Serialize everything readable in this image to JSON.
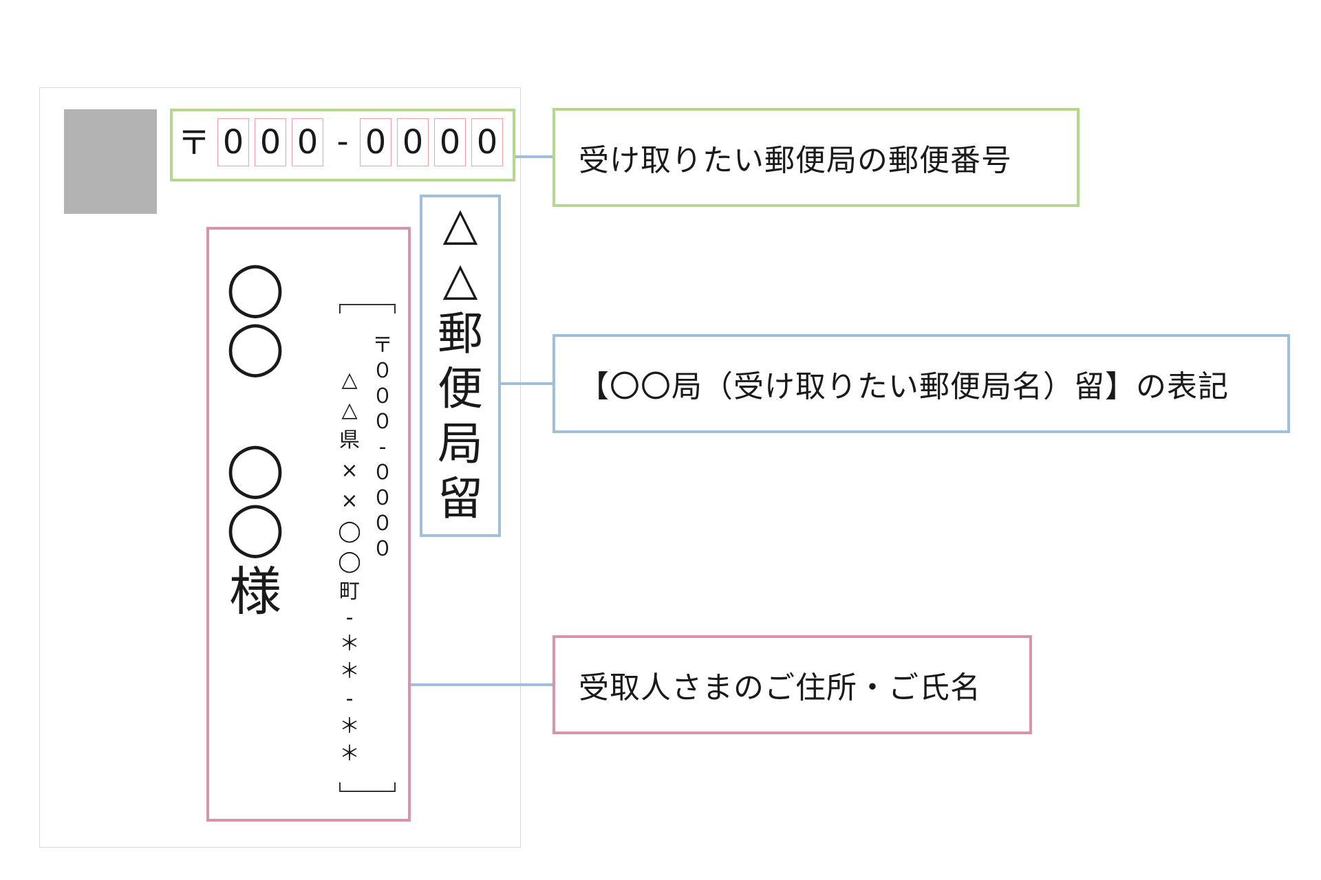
{
  "postal": {
    "mark": "〒",
    "first": [
      "0",
      "0",
      "0"
    ],
    "dash": "-",
    "second": [
      "0",
      "0",
      "0",
      "0"
    ]
  },
  "office": {
    "chars": [
      "△",
      "△",
      "郵",
      "便",
      "局",
      "留"
    ]
  },
  "recipient": {
    "name_chars": [
      "◯",
      "◯",
      "◯",
      "◯",
      "様"
    ],
    "postal_col": [
      "〒",
      "０",
      "０",
      "０",
      "-",
      "０",
      "０",
      "０",
      "０"
    ],
    "address_col": [
      "△",
      "△",
      "県",
      "×",
      "×",
      "◯",
      "◯",
      "町",
      "-",
      "＊",
      "＊",
      "-",
      "＊",
      "＊"
    ]
  },
  "labels": {
    "postal_label": "受け取りたい郵便局の郵便番号",
    "office_label": "【〇〇局（受け取りたい郵便局名）留】の表記",
    "recipient_label": "受取人さまのご住所・ご氏名"
  },
  "colors": {
    "green": "#b5d88e",
    "blue": "#9fbfdb",
    "pink": "#d994ad",
    "digit_border": "#ef9fa6",
    "stamp": "#b3b3b3"
  }
}
